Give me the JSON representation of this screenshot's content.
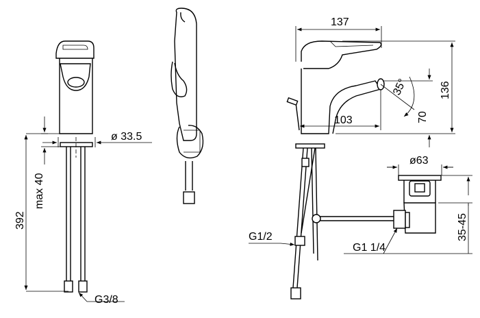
{
  "dimensions": {
    "height_total": "392",
    "max_height": "max 40",
    "hole_diameter": "ø 33.5",
    "thread_hoses": "G3/8",
    "width_total": "137",
    "spout_height": "136",
    "spout_reach": "103",
    "outlet_height": "70",
    "spout_angle": "35°",
    "drain_thread_inlet": "G1/2",
    "drain_diameter": "ø63",
    "drain_thread": "G1 1/4",
    "drain_range": "35-45"
  }
}
